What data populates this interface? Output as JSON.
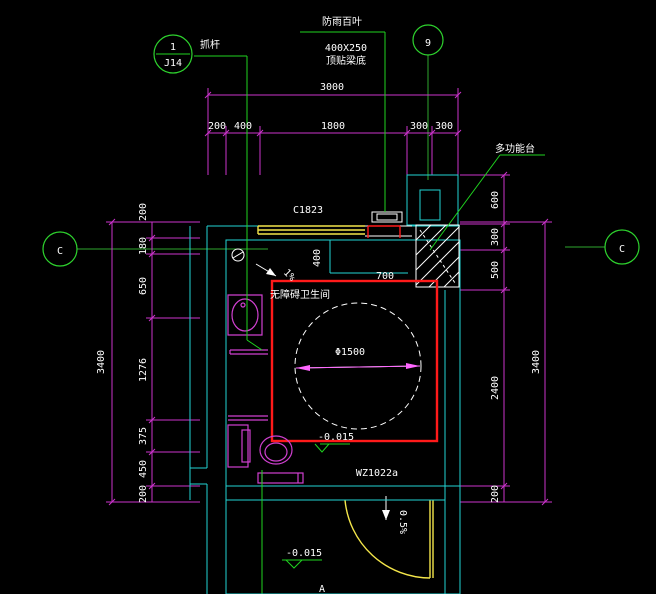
{
  "labels": {
    "top_note_line1": "防雨百叶",
    "top_note_line2": "400X250",
    "top_note_line3": "顶贴梁底",
    "handrail": "抓杆",
    "section_num": "1",
    "section_ref": "J14",
    "axis_9": "9",
    "axis_c_left": "C",
    "axis_c_right": "C",
    "shelf": "多功能台",
    "window": "C1823",
    "room_name": "无障碍卫生间",
    "circle_dim": "Φ1500",
    "level_room": "-0.015",
    "level_corridor": "-0.015",
    "door": "WZ1022a",
    "slope_room": "1%",
    "slope_door": "0.5%",
    "room_letter": "A"
  },
  "dims_top": {
    "overall": "3000",
    "seg_200": "200",
    "seg_400": "400",
    "seg_1800": "1800",
    "seg_300a": "300",
    "seg_300b": "300",
    "inner_400": "400",
    "inner_700": "700"
  },
  "dims_left": {
    "total": "3400",
    "d200_top": "200",
    "d180": "180",
    "d650": "650",
    "d1276": "1276",
    "d375": "375",
    "d450": "450",
    "d200_bot": "200"
  },
  "dims_right": {
    "total": "3400",
    "d600": "600",
    "d300": "300",
    "d500": "500",
    "d2400": "2400",
    "d200": "200"
  }
}
